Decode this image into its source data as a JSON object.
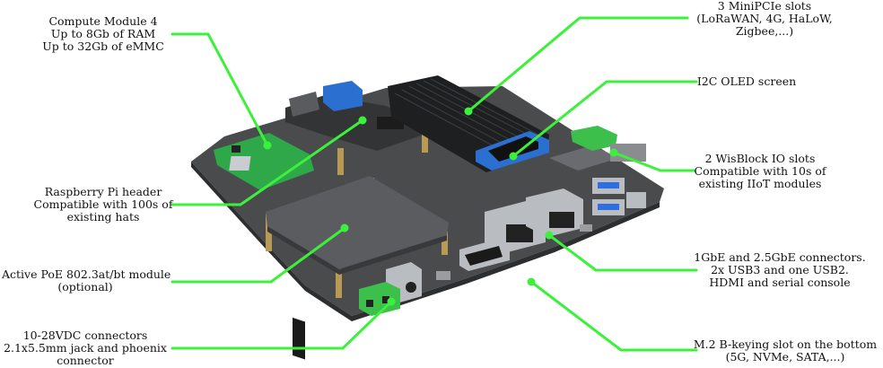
{
  "colors": {
    "callout": "#3cf03c",
    "board": "#4a4b4d",
    "board_edge": "#2d2e30",
    "pcb_green": "#2fa84a",
    "blue_board": "#2b6fd0",
    "heatsink": "#1e1f21",
    "silver": "#b9bcc0",
    "usb_blue": "#2d6fe0",
    "phoenix_green": "#3cbf4b",
    "brass": "#b89a55"
  },
  "callouts": [
    {
      "id": "cm4",
      "lines": [
        "Compute Module 4",
        "Up to 8Gb of RAM",
        "Up to 32Gb of eMMC"
      ]
    },
    {
      "id": "rpi",
      "lines": [
        "Raspberry Pi header",
        "Compatible with 100s of",
        "existing hats"
      ]
    },
    {
      "id": "poe",
      "lines": [
        "Active PoE 802.3at/bt module",
        "(optional)"
      ]
    },
    {
      "id": "dc",
      "lines": [
        "10-28VDC connectors",
        "2.1x5.5mm jack and phoenix",
        "connector"
      ]
    },
    {
      "id": "minipcie",
      "lines": [
        "3 MiniPCIe slots",
        "(LoRaWAN, 4G, HaLoW,",
        "Zigbee,...)"
      ]
    },
    {
      "id": "oled",
      "lines": [
        "I2C OLED screen"
      ]
    },
    {
      "id": "wisblock",
      "lines": [
        "2 WisBlock IO slots",
        "Compatible with 10s of",
        "existing IIoT modules"
      ]
    },
    {
      "id": "eth",
      "lines": [
        "1GbE and 2.5GbE connectors.",
        "2x USB3 and one USB2.",
        "HDMI and serial console"
      ]
    },
    {
      "id": "m2",
      "lines": [
        "M.2 B-keying slot on the bottom",
        "(5G, NVMe, SATA,...)"
      ]
    }
  ]
}
